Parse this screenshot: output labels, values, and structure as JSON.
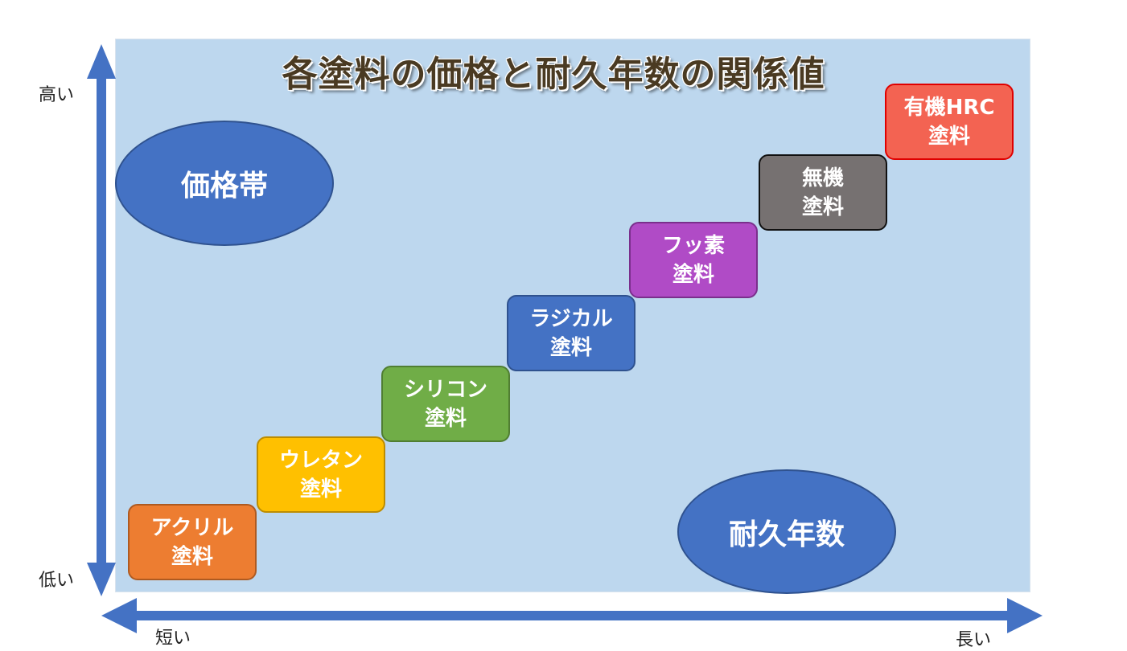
{
  "title": "各塗料の価格と耐久年数の関係値",
  "price_label": "価格帯",
  "years_label": "耐久年数",
  "y_axis": {
    "high": "高い",
    "low": "低い"
  },
  "x_axis": {
    "short": "短い",
    "long": "長い"
  },
  "paints": [
    {
      "label": "アクリル\n塗料",
      "color": "#ed7d31",
      "border": "#ae5a21"
    },
    {
      "label": "ウレタン\n塗料",
      "color": "#ffc000",
      "border": "#bc8c00"
    },
    {
      "label": "シリコン\n塗料",
      "color": "#70ad47",
      "border": "#507e32"
    },
    {
      "label": "ラジカル\n塗料",
      "color": "#4472c4",
      "border": "#2f528f"
    },
    {
      "label": "フッ素\n塗料",
      "color": "#b04bc6",
      "border": "#7a2f8c"
    },
    {
      "label": "無機\n塗料",
      "color": "#767171",
      "border": "#111111"
    },
    {
      "label": "有機HRC\n塗料",
      "color": "#f36352",
      "border": "#e00000"
    }
  ],
  "colors": {
    "panel": "#bdd7ee",
    "arrow": "#4472c4"
  }
}
